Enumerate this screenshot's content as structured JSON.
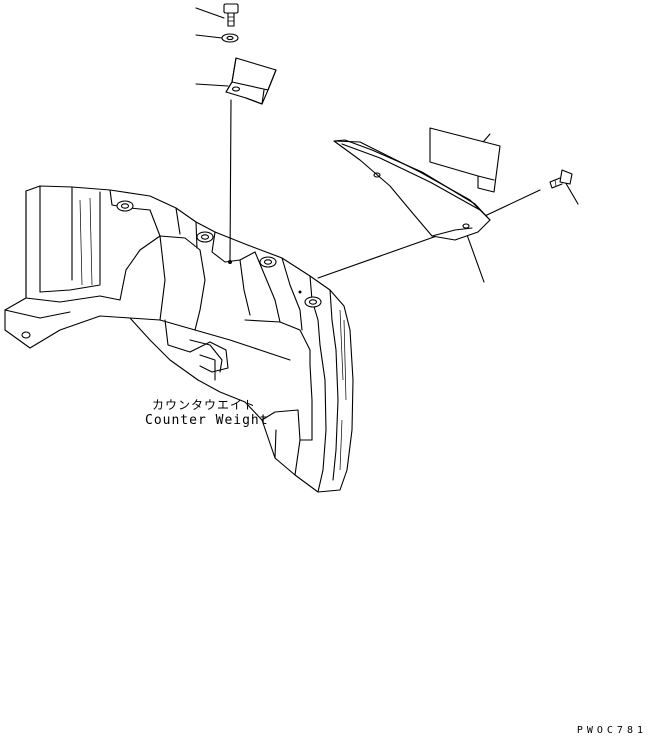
{
  "labels": {
    "counterweight_ja": "カウンタウエイト",
    "counterweight_en": "Counter Weight",
    "drawing_code": "PWOC781"
  }
}
